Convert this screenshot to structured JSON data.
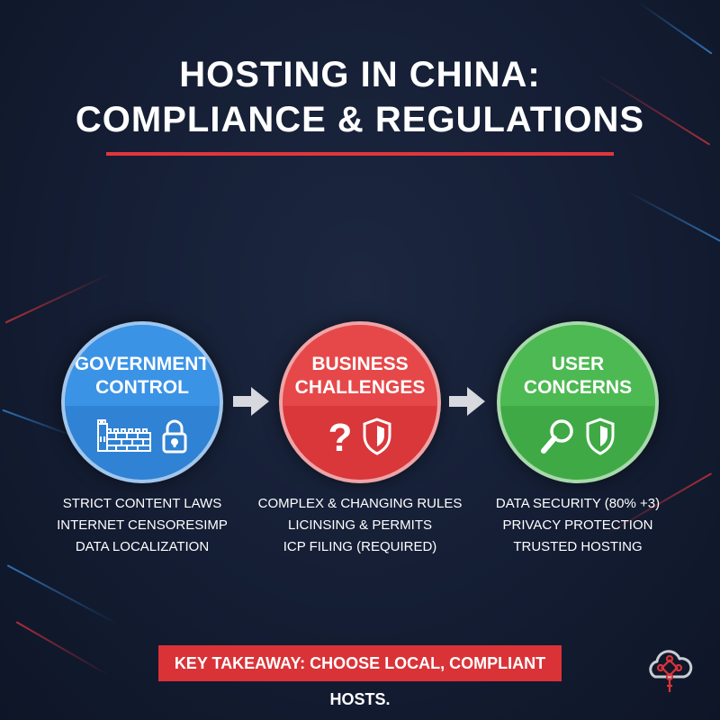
{
  "title": {
    "line1": "HOSTING IN CHINA:",
    "line2": "COMPLIANCE & REGULATIONS"
  },
  "colors": {
    "background": "#141d33",
    "accent_red": "#e0363c",
    "government_blue": "#2f82d4",
    "business_red": "#d9373a",
    "user_green": "#3faa45"
  },
  "nodes": [
    {
      "label_line1": "GOVERNMENT",
      "label_line2": "CONTROL",
      "icons": [
        "great-wall-icon",
        "padlock-icon"
      ],
      "bullets": [
        "STRICT CONTENT LAWS",
        "INTERNET CENSORESIMP",
        "DATA LOCALIZATION"
      ]
    },
    {
      "label_line1": "BUSINESS",
      "label_line2": "CHALLENGES",
      "icons": [
        "question-mark-icon",
        "shield-icon"
      ],
      "bullets": [
        "COMPLEX & CHANGING RULES",
        "LICINSING & PERMITS",
        "ICP FILING (REQUIRED)"
      ]
    },
    {
      "label_line1": "USER",
      "label_line2": "CONCERNS",
      "icons": [
        "magnifier-icon",
        "shield-icon"
      ],
      "bullets": [
        "DATA SECURITY (80% +3)",
        "PRIVACY PROTECTION",
        "TRUSTED HOSTING"
      ]
    }
  ],
  "takeaway": "KEY TAKEAWAY: CHOOSE LOCAL, COMPLIANT HOSTS.",
  "logo_icon": "cloud-chinese-knot-icon"
}
